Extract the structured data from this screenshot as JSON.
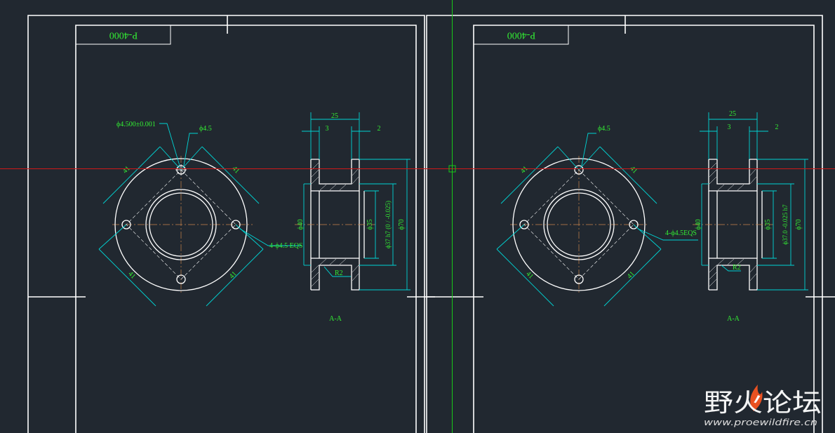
{
  "colors": {
    "background": "#212830",
    "border": "#ffffff",
    "geometry": "#ffffff",
    "dimension": "#00d4d4",
    "text": "#33ee33",
    "centerline": "#c8844a",
    "crosshair_h": "#d01818",
    "crosshair_v": "#18c818",
    "watermark_main": "#ffffff",
    "watermark_accent": "#ff5520",
    "watermark_url": "#dddddd"
  },
  "viewports": [
    {
      "title_block": "P-4000",
      "dims": {
        "hole_tol": "ϕ4.500±0.001",
        "hole_dia": "ϕ4.5",
        "diag": "41",
        "holes_eqs": "4-ϕ4.5 EQS",
        "len_total": "25",
        "len_left": "3",
        "len_right": "2",
        "dia_40": "ϕ40",
        "dia_35": "ϕ35",
        "fit": "ϕ37 h7 (0 / -0.025)",
        "dia_70": "ϕ70",
        "radius": "R2"
      },
      "section_label": "A-A"
    },
    {
      "title_block": "P-4000",
      "dims": {
        "hole_dia": "ϕ4.5",
        "diag": "41",
        "holes_eqs": "4-ϕ4.5EQS",
        "len_total": "25",
        "len_left": "3",
        "len_right": "2",
        "dia_40": "ϕ40",
        "dia_35": "ϕ35",
        "fit": "ϕ37.0 -0.025 h7",
        "dia_70": "ϕ70",
        "radius": "R2"
      },
      "section_label": "A-A"
    }
  ],
  "watermark": {
    "text": "野火论坛",
    "url": "www.proewildfire.cn"
  }
}
